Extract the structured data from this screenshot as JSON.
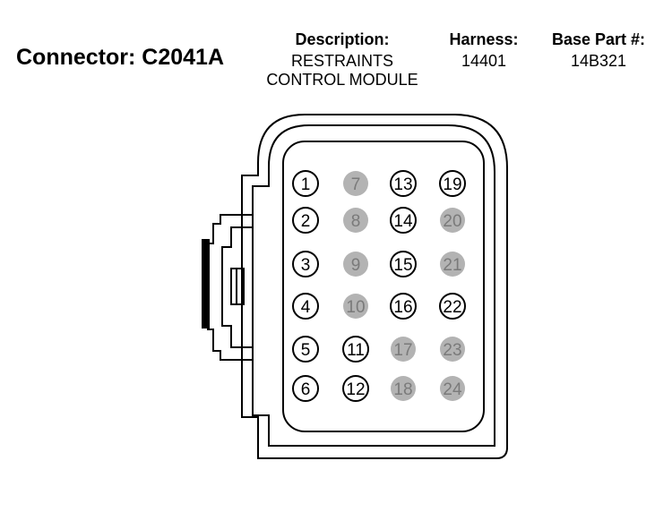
{
  "connector_label": "Connector: C2041A",
  "description": {
    "header": "Description:",
    "line1": "RESTRAINTS",
    "line2": "CONTROL MODULE"
  },
  "harness": {
    "header": "Harness:",
    "value": "14401"
  },
  "base_part": {
    "header": "Base Part #:",
    "value": "14B321"
  },
  "colors": {
    "filled_pin": "#b3b3b3",
    "filled_pin_text": "#7a7a7a",
    "outline": "#000000"
  },
  "pins": [
    {
      "label": "1",
      "filled": false
    },
    {
      "label": "2",
      "filled": false
    },
    {
      "label": "3",
      "filled": false
    },
    {
      "label": "4",
      "filled": false
    },
    {
      "label": "5",
      "filled": false
    },
    {
      "label": "6",
      "filled": false
    },
    {
      "label": "7",
      "filled": true
    },
    {
      "label": "8",
      "filled": true
    },
    {
      "label": "9",
      "filled": true
    },
    {
      "label": "10",
      "filled": true
    },
    {
      "label": "11",
      "filled": false
    },
    {
      "label": "12",
      "filled": false
    },
    {
      "label": "13",
      "filled": false
    },
    {
      "label": "14",
      "filled": false
    },
    {
      "label": "15",
      "filled": false
    },
    {
      "label": "16",
      "filled": false
    },
    {
      "label": "17",
      "filled": true
    },
    {
      "label": "18",
      "filled": true
    },
    {
      "label": "19",
      "filled": false
    },
    {
      "label": "20",
      "filled": true
    },
    {
      "label": "21",
      "filled": true
    },
    {
      "label": "22",
      "filled": false
    },
    {
      "label": "23",
      "filled": true
    },
    {
      "label": "24",
      "filled": true
    }
  ]
}
